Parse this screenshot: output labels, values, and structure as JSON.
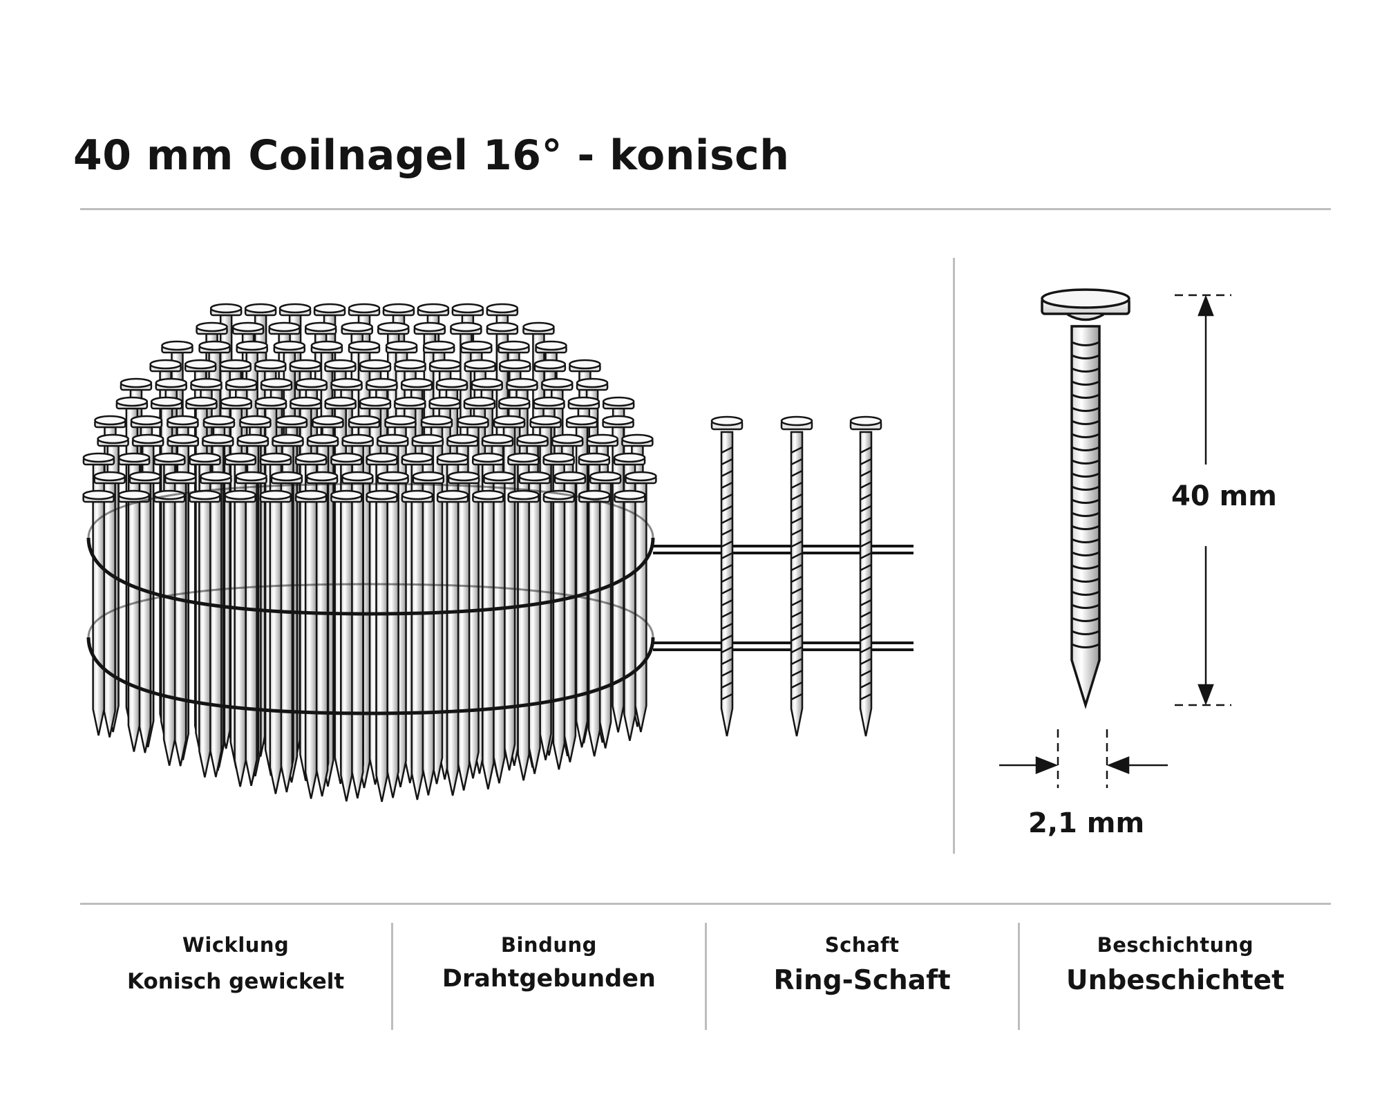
{
  "title": "40 mm Coilnagel 16° - konisch",
  "dimensions": {
    "length": "40 mm",
    "diameter": "2,1 mm"
  },
  "specs": [
    {
      "label": "Wicklung",
      "value": "Konisch gewickelt"
    },
    {
      "label": "Bindung",
      "value": "Drahtgebunden"
    },
    {
      "label": "Schaft",
      "value": "Ring-Schaft"
    },
    {
      "label": "Beschichtung",
      "value": "Unbeschichtet"
    }
  ],
  "colors": {
    "line": "#141414",
    "nail_fill": "#f2f2f2",
    "separator": "#bdbdbd"
  },
  "icons": [
    "nail-coil-illustration",
    "single-nail-illustration",
    "dimension-arrow-icon"
  ]
}
